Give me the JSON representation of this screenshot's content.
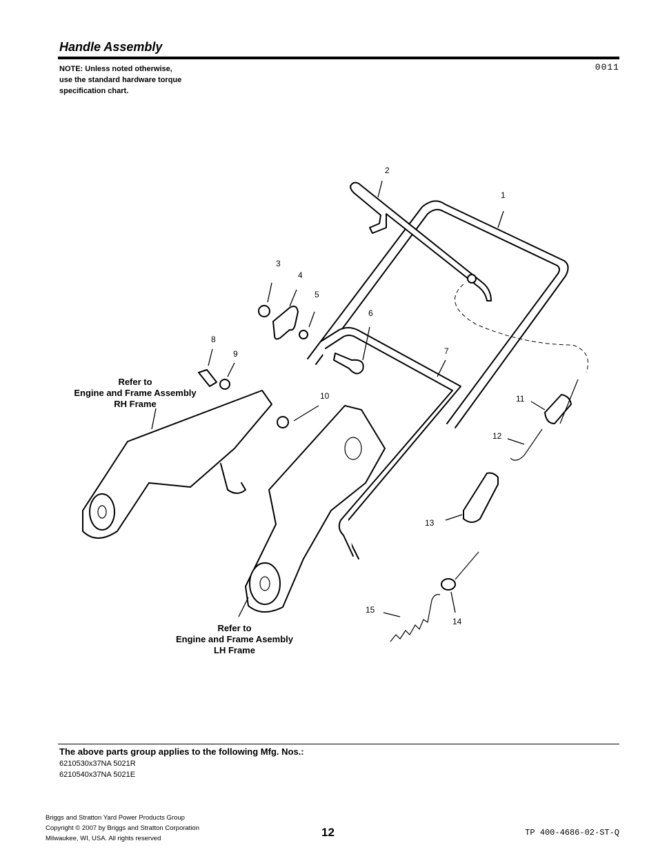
{
  "header": {
    "title": "Handle Assembly",
    "note_lines": [
      "NOTE: Unless noted otherwise,",
      "use the standard hardware torque",
      "specification chart."
    ],
    "code": "0011"
  },
  "callouts": [
    "1",
    "2",
    "3",
    "4",
    "5",
    "6",
    "7",
    "8",
    "9",
    "10",
    "11",
    "12",
    "13",
    "14",
    "15"
  ],
  "references": {
    "rh": [
      "Refer to",
      "Engine and Frame Assembly",
      "RH Frame"
    ],
    "lh": [
      "Refer to",
      "Engine and Frame Asembly",
      "LH Frame"
    ]
  },
  "applies": {
    "heading": "The above parts group applies to the following Mfg. Nos.:",
    "mfg_numbers": [
      "6210530x37NA 5021R",
      "6210540x37NA 5021E"
    ]
  },
  "footer": {
    "left_lines": [
      "Briggs and Stratton Yard Power Products Group",
      "Copyright ©  2007 by Briggs and Stratton Corporation",
      "Milwaukee, WI, USA. All rights reserved"
    ],
    "page_number": "12",
    "doc_code": "TP 400-4686-02-ST-Q"
  }
}
